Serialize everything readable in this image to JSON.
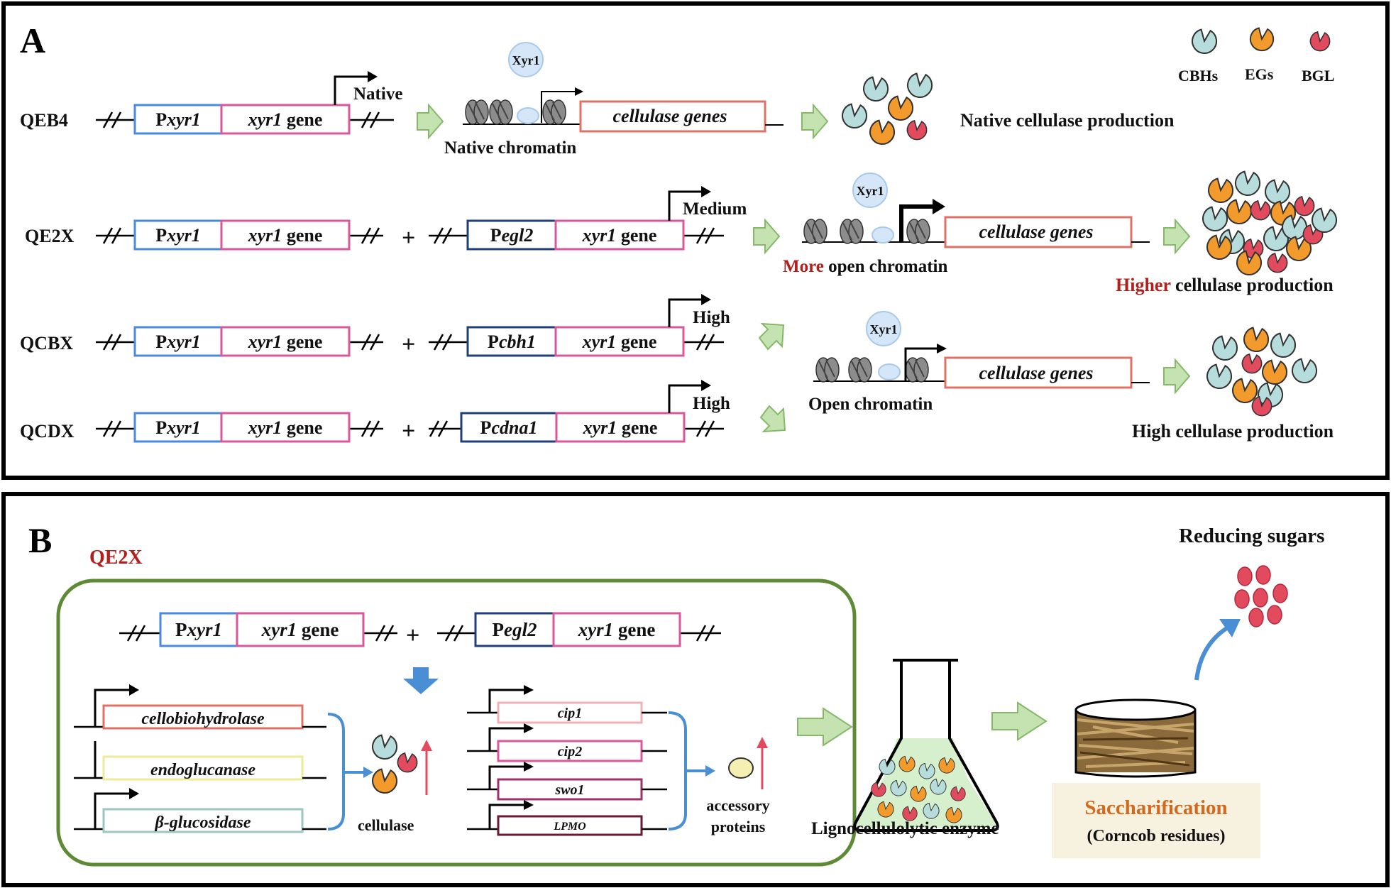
{
  "colors": {
    "cbh": "#b6dcdc",
    "eg": "#f29a2c",
    "bgl": "#e24a5e",
    "green_arrow_fill": "#c4e3b0",
    "green_arrow_stroke": "#86b86a",
    "native_promoter_box": "#4a89dc",
    "strong_promoter_box": "#1f3f7a",
    "gene_box": "#d9579a",
    "cellulase_box": "#e07166",
    "red_text": "#b0201c",
    "orange_text": "#d2691e",
    "panel_border": "#000000",
    "cell_border": "#5e8a36",
    "blue_arrow": "#4a8fd4"
  },
  "panelA": {
    "letter": "A",
    "legend": [
      {
        "label": "CBHs",
        "icon": "cbh-enzyme-icon"
      },
      {
        "label": "EGs",
        "icon": "eg-enzyme-icon"
      },
      {
        "label": "BGL",
        "icon": "bgl-enzyme-icon"
      }
    ],
    "rows": [
      {
        "strain": "QEB4",
        "promoter": "P",
        "promoter_italic": "xyr1",
        "gene_italic": "xyr1",
        "gene_word": "gene",
        "strength": "Native"
      },
      {
        "strain": "QE2X",
        "promoter": "P",
        "promoter_italic": "xyr1",
        "gene_italic": "xyr1",
        "gene_word": "gene",
        "extra_promoter": "P",
        "extra_promoter_italic": "egl2",
        "strength": "Medium"
      },
      {
        "strain": "QCBX",
        "promoter": "P",
        "promoter_italic": "xyr1",
        "gene_italic": "xyr1",
        "gene_word": "gene",
        "extra_promoter": "P",
        "extra_promoter_italic": "cbh1",
        "strength": "High"
      },
      {
        "strain": "QCDX",
        "promoter": "P",
        "promoter_italic": "xyr1",
        "gene_italic": "xyr1",
        "gene_word": "gene",
        "extra_promoter": "P",
        "extra_promoter_italic": "cdna1",
        "strength": "High"
      }
    ],
    "plus": "+",
    "tf_label": "Xyr1",
    "cellulase_genes": "cellulase genes",
    "native_chromatin": "Native chromatin",
    "more": "More",
    "open_chromatin_rest": " open  chromatin",
    "open_chromatin": "Open chromatin",
    "native_production": "Native cellulase production",
    "higher": "Higher",
    "higher_rest": " cellulase production",
    "high_production": "High cellulase production"
  },
  "panelB": {
    "letter": "B",
    "strain": "QE2X",
    "promoter1": "P",
    "promoter1_italic": "xyr1",
    "promoter2": "P",
    "promoter2_italic": "egl2",
    "gene_italic": "xyr1",
    "gene_word": "gene",
    "plus": "+",
    "cellulase_genes": [
      "cellobiohydrolase",
      "endoglucanase",
      "β-glucosidase"
    ],
    "cellulase_label": "cellulase",
    "accessory_genes": [
      "cip1",
      "cip2",
      "swo1",
      "LPMO"
    ],
    "accessory_label_1": "accessory",
    "accessory_label_2": "proteins",
    "enzyme_label": "Lignocellulolytic enzyme",
    "sacch_label": "Saccharification",
    "corncob_label": "(Corncob residues)",
    "sugars_label": "Reducing sugars"
  }
}
